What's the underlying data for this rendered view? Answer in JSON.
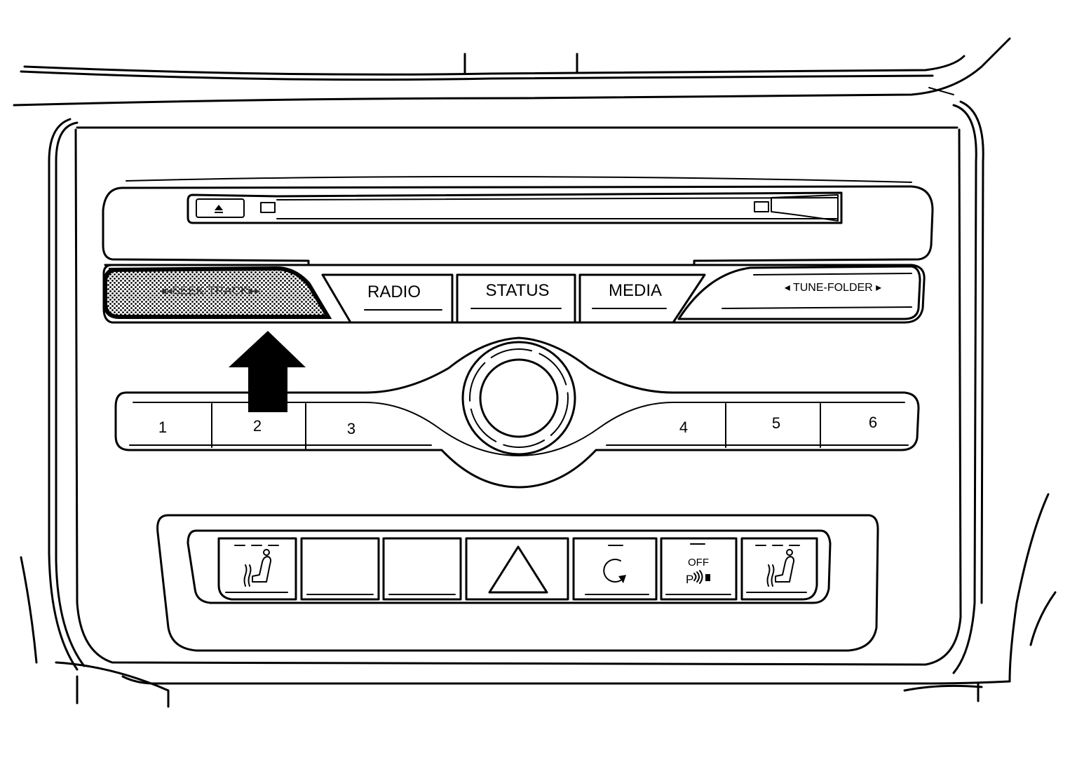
{
  "cd_slot": {
    "eject_icon": "eject-icon"
  },
  "top_buttons": {
    "seek_track": "SEEK·TRACK",
    "radio": "RADIO",
    "status": "STATUS",
    "media": "MEDIA",
    "tune_folder": "TUNE-FOLDER"
  },
  "presets": [
    "1",
    "2",
    "3",
    "4",
    "5",
    "6"
  ],
  "bottom_buttons": {
    "left_seat_heater": "seat-heater-icon",
    "hazard": "hazard-triangle-icon",
    "recirculation": "recirculation-icon",
    "park_assist_off": "OFF",
    "park_assist_icon": "park-assist-icon",
    "right_seat_heater": "seat-heater-icon"
  },
  "highlight": {
    "target": "seek_track",
    "arrow": "up-arrow-icon"
  }
}
